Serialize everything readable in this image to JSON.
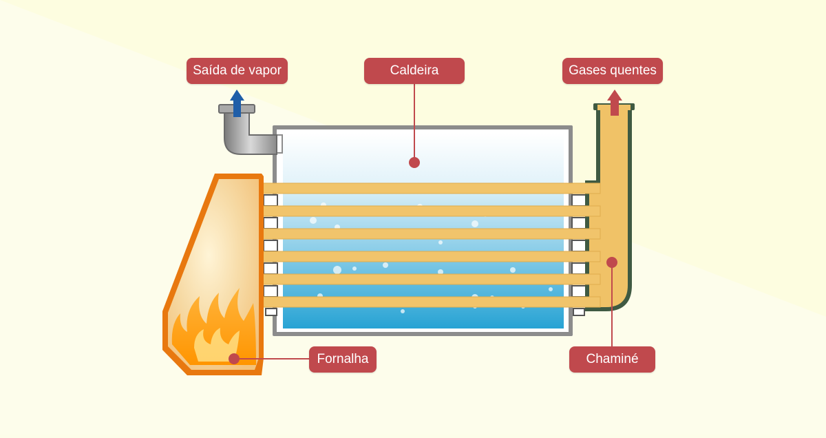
{
  "diagram": {
    "labels": {
      "steam_outlet": "Saída de vapor",
      "boiler": "Caldeira",
      "hot_gases": "Gases quentes",
      "furnace": "Fornalha",
      "chimney": "Chaminé"
    },
    "colors": {
      "background": "#fdfde9",
      "label_fill": "#c0494d",
      "water": "#2aa5d6",
      "tubes": "#f1c46b",
      "furnace_border": "#e8780f",
      "steam_arrow": "#1f5ea8",
      "gas_arrow": "#c0494d"
    }
  }
}
